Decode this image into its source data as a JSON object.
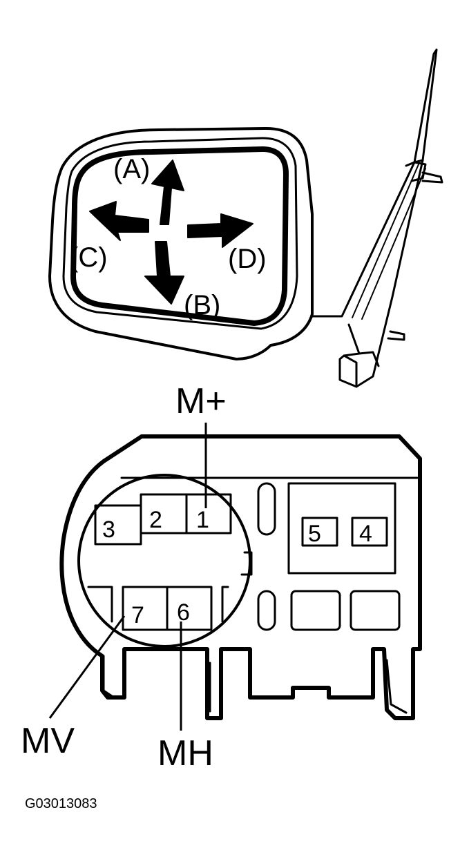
{
  "mirror": {
    "directions": {
      "a": "(A)",
      "b": "(B)",
      "c": "(C)",
      "d": "(D)"
    }
  },
  "connector": {
    "pins": {
      "p1": "1",
      "p2": "2",
      "p3": "3",
      "p4": "4",
      "p5": "5",
      "p6": "6",
      "p7": "7"
    },
    "callouts": {
      "m_plus": "M+",
      "mv": "MV",
      "mh": "MH"
    }
  },
  "figure_code": "G03013083",
  "colors": {
    "ink": "#000000",
    "paper": "#ffffff"
  }
}
